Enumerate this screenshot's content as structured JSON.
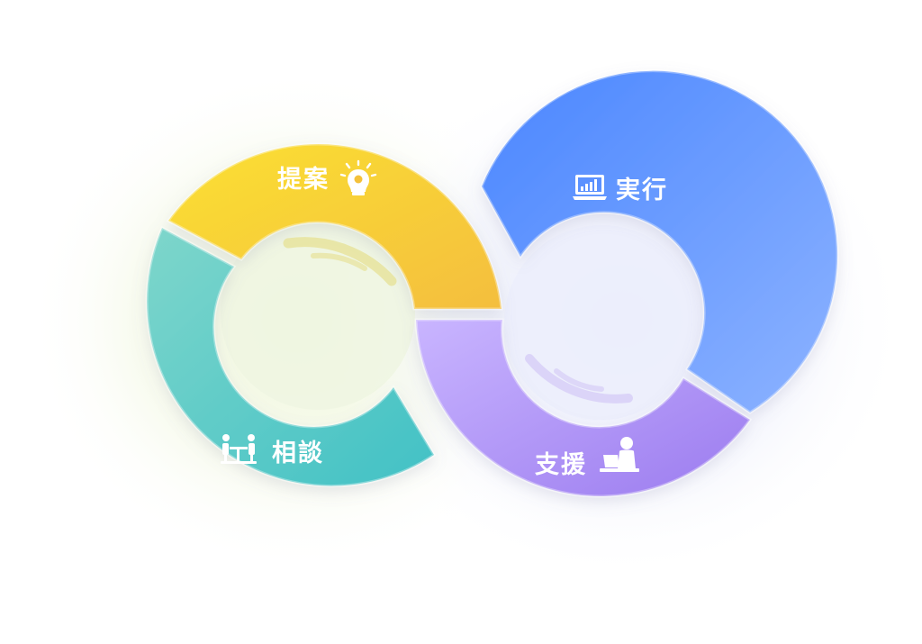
{
  "diagram": {
    "segments": [
      {
        "id": "proposal",
        "label": "提案",
        "icon": "lightbulb-head-icon"
      },
      {
        "id": "consult",
        "label": "相談",
        "icon": "meeting-people-icon"
      },
      {
        "id": "execute",
        "label": "実行",
        "icon": "laptop-chart-icon"
      },
      {
        "id": "support",
        "label": "支援",
        "icon": "person-at-laptop-icon"
      }
    ],
    "colors": {
      "proposal": [
        "#FBE032",
        "#F4BE3E"
      ],
      "consult": [
        "#7ED6CB",
        "#41C1C5"
      ],
      "execute": [
        "#4A86FF",
        "#8DB3FF"
      ],
      "support": [
        "#C9B5FF",
        "#9B7BEF"
      ]
    }
  }
}
